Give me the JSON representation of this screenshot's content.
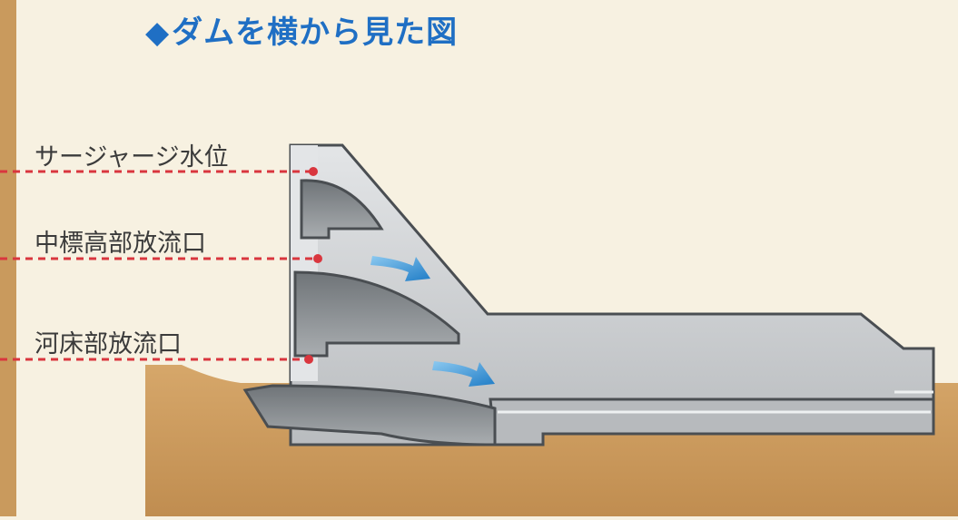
{
  "title": "ダムを横から見た図",
  "title_marker": "◆",
  "labels": {
    "surcharge_level": "サージャージ水位",
    "middle_outlet": "中標高部放流口",
    "riverbed_outlet": "河床部放流口"
  },
  "colors": {
    "background": "#f7f1e1",
    "ground": "#c99a5d",
    "ground_light": "#d8ae73",
    "concrete": "#c9cbcd",
    "concrete_dark": "#808588",
    "outline": "#4a4e52",
    "dashed_line": "#d9363e",
    "marker": "#d9363e",
    "arrow": "#2a8fd6",
    "title": "#1f6fc4"
  }
}
